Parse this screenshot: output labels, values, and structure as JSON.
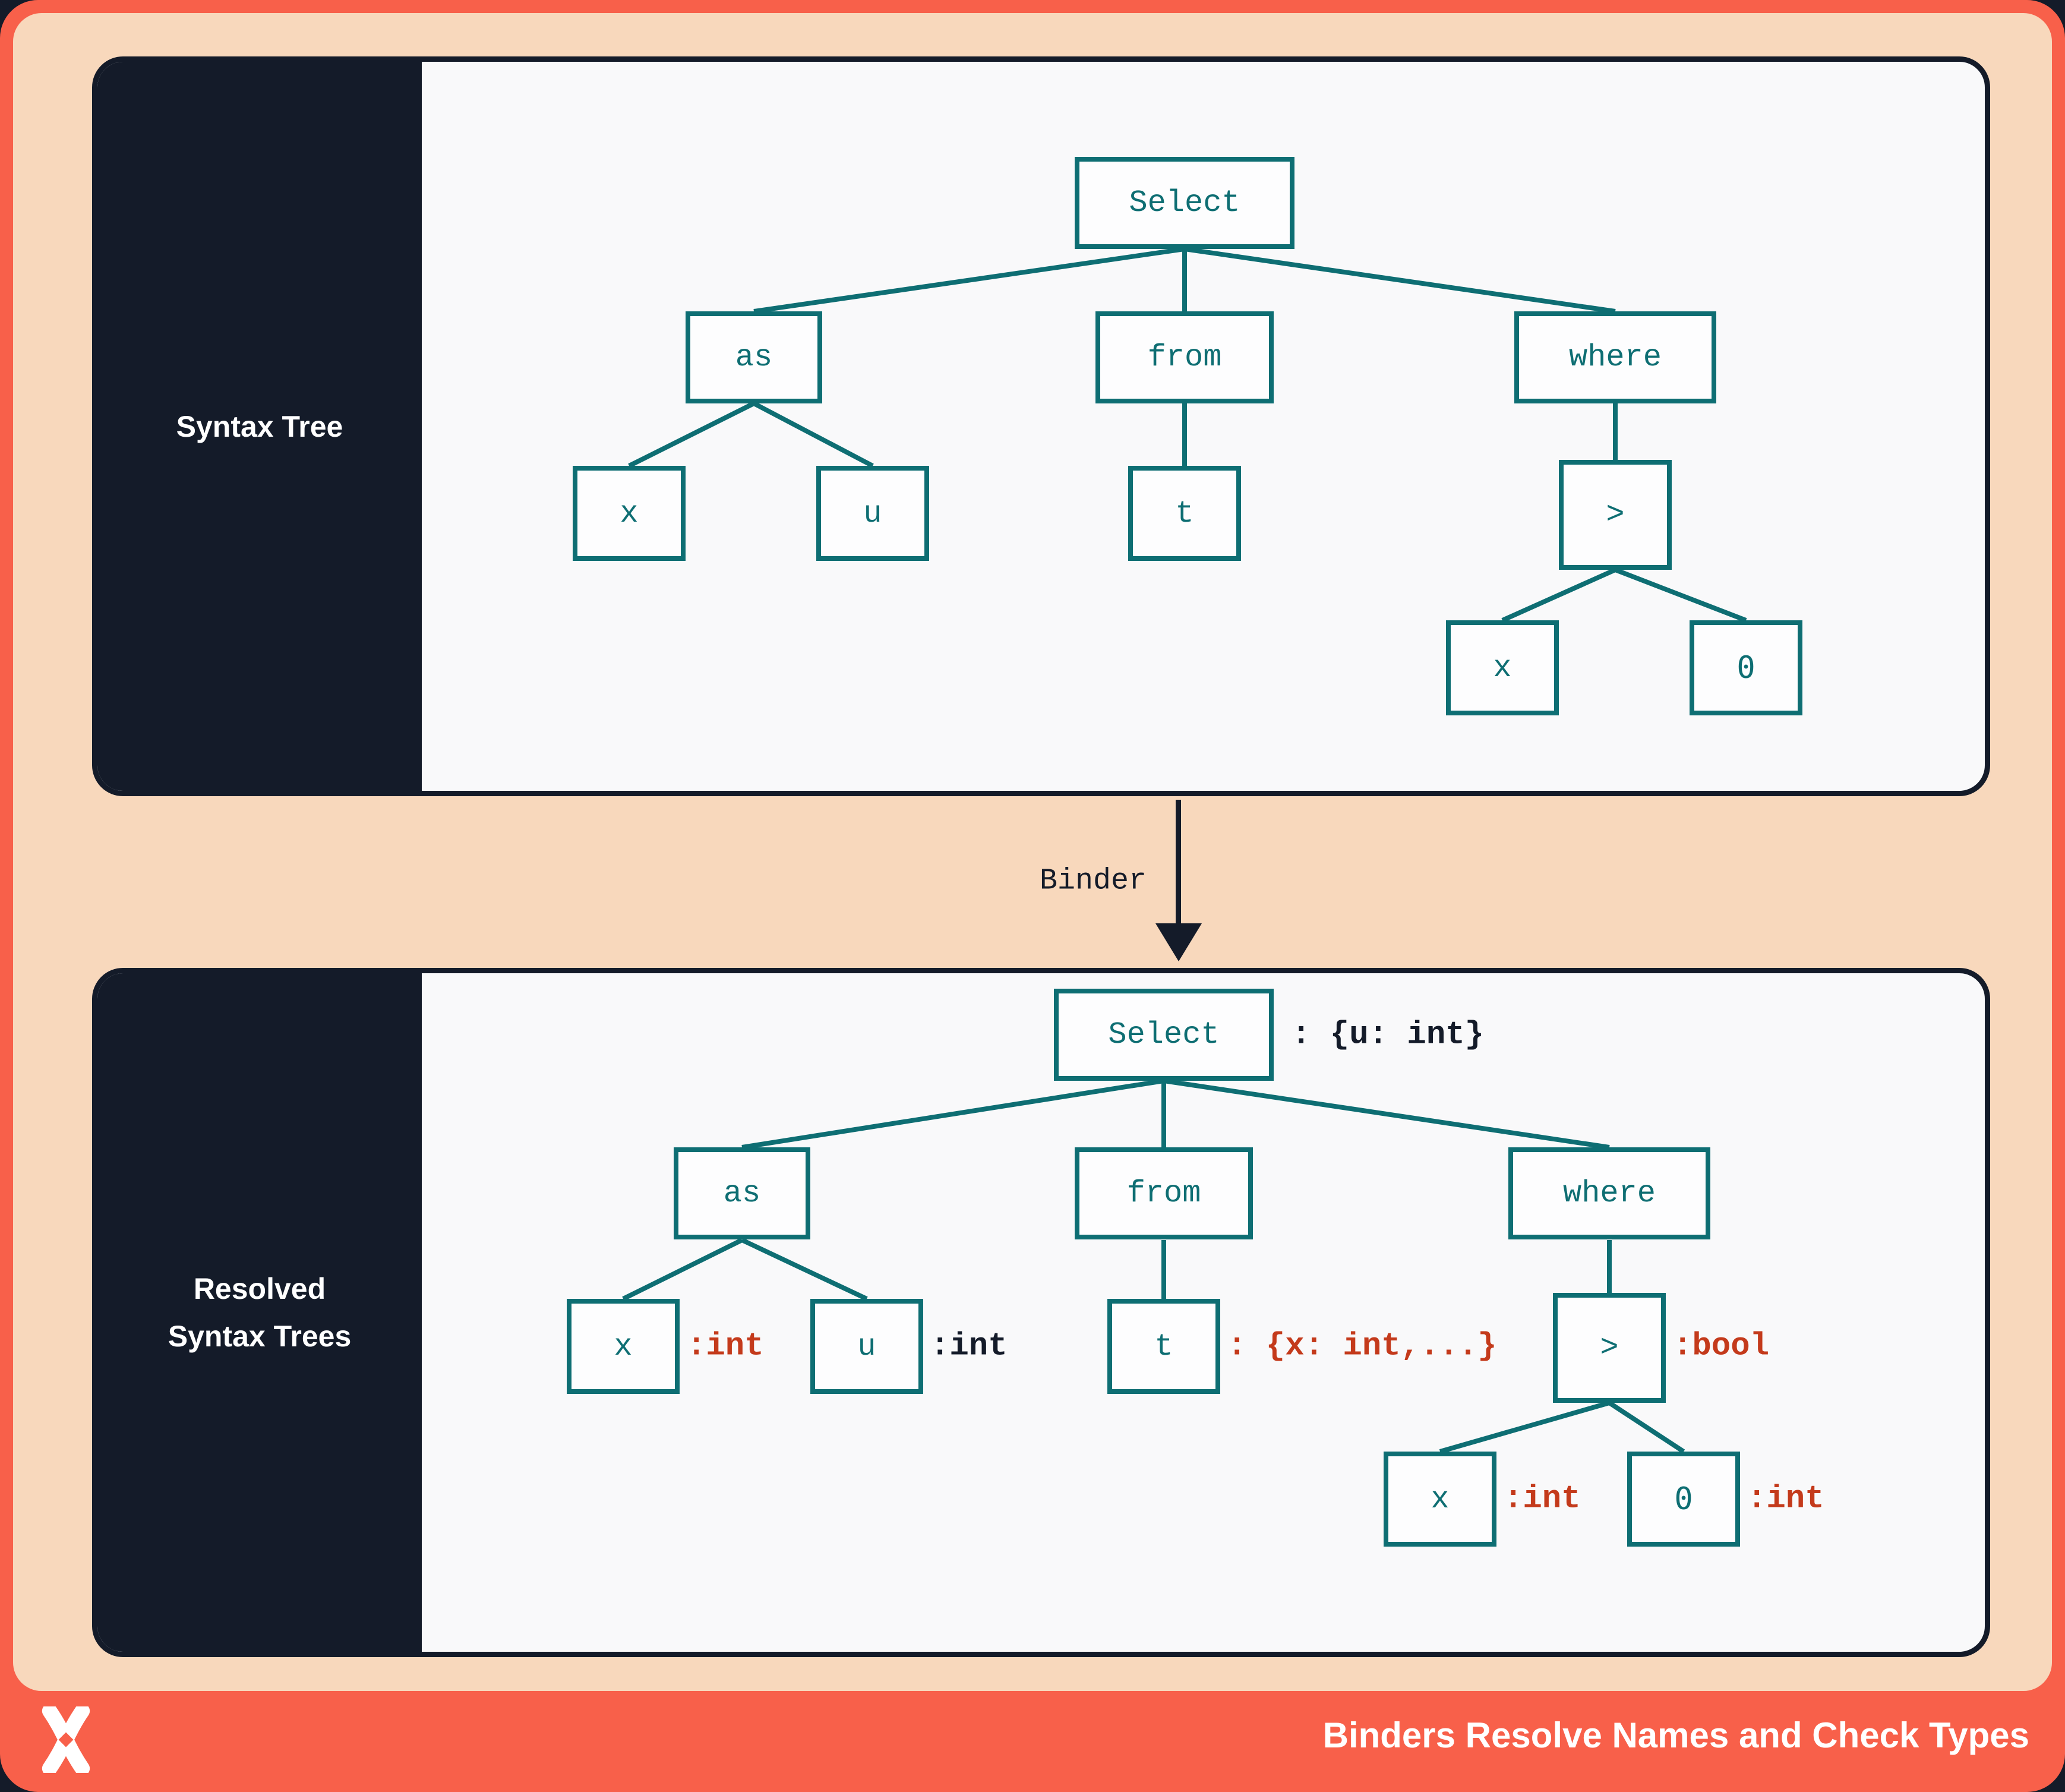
{
  "colors": {
    "frame_orange": "#f8604a",
    "background_peach": "#f8d8bc",
    "panel_background": "#f9f9fa",
    "sidebar_navy": "#141b29",
    "node_teal": "#0e6e73",
    "annotation_red": "#c43a1b",
    "annotation_navy": "#141b29",
    "text_white": "#ffffff"
  },
  "top_panel": {
    "sidebar_label": "Syntax Tree",
    "nodes": {
      "select": "Select",
      "as": "as",
      "x": "x",
      "u": "u",
      "from": "from",
      "t": "t",
      "where": "where",
      "gt": ">",
      "x2": "x",
      "zero": "0"
    }
  },
  "binder": {
    "label": "Binder"
  },
  "bottom_panel": {
    "sidebar_label_lines": [
      "Resolved",
      "Syntax Trees"
    ],
    "nodes": {
      "select": "Select",
      "as": "as",
      "x": "x",
      "u": "u",
      "from": "from",
      "t": "t",
      "where": "where",
      "gt": ">",
      "x2": "x",
      "zero": "0"
    },
    "annotations": {
      "select": ": {u: int}",
      "x": ":int",
      "u": ":int",
      "t": ": {x: int,...}",
      "gt": ":bool",
      "x2": ":int",
      "zero": ":int"
    }
  },
  "footer": {
    "title": "Binders Resolve Names and Check Types",
    "logo": "x-ribbon-logo"
  }
}
